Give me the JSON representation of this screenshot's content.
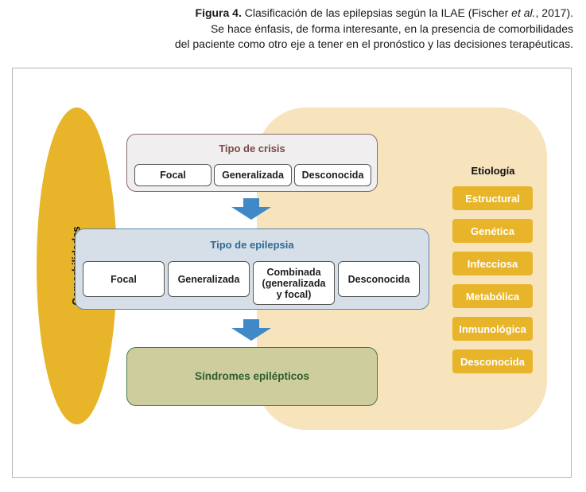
{
  "caption": {
    "figure_label": "Figura 4.",
    "line1_text": " Clasificación de las epilepsias según la ILAE (Fischer ",
    "line1_italic": "et al.",
    "line1_end": ", 2017).",
    "line2": "Se hace énfasis, de forma interesante, en la presencia de comorbilidades",
    "line3": "del paciente como otro eje a tener en el pronóstico y las decisiones terapéuticas."
  },
  "diagram": {
    "comorbidities_label": "Comorbilidades",
    "seizure_type": {
      "title": "Tipo de crisis",
      "items": [
        "Focal",
        "Generalizada",
        "Desconocida"
      ]
    },
    "epilepsy_type": {
      "title": "Tipo de epilepsia",
      "items": [
        "Focal",
        "Generalizada",
        "Combinada (generalizada y focal)",
        "Desconocida"
      ]
    },
    "syndromes": {
      "title": "Síndromes epilépticos"
    },
    "etiology": {
      "title": "Etiología",
      "items": [
        "Estructural",
        "Genética",
        "Infecciosa",
        "Metabólica",
        "Inmunológica",
        "Desconocida"
      ]
    },
    "colors": {
      "comorbidities": "#e8b52a",
      "etiology_bg": "#f7e3bc",
      "arrow": "#3f8ac6",
      "seizure_border": "#8a6a66",
      "epilepsy_border": "#5f87a8",
      "syndromes_fill": "#cdcd9e"
    }
  }
}
